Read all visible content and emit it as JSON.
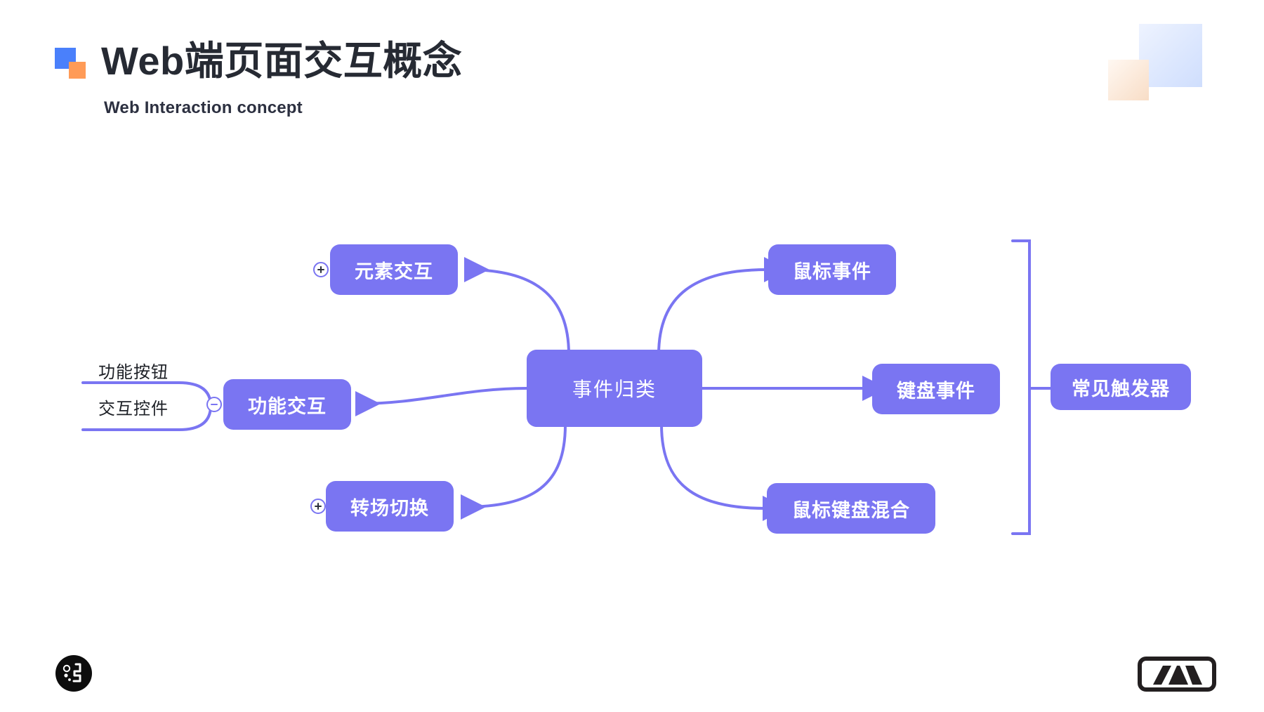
{
  "header": {
    "title": "Web端页面交互概念",
    "subtitle": "Web Interaction concept",
    "logo_icon": "square-logo-icon",
    "decor_blue": "decor-square-blue",
    "decor_orange": "decor-square-orange"
  },
  "colors": {
    "node_purple": "#7a75f2",
    "wire_purple": "#7a75f2",
    "logo_blue": "#4a80fb",
    "logo_orange": "#ff9b57",
    "title_ink": "#262a33",
    "leaf_ink": "#1d2026",
    "background": "#ffffff"
  },
  "mindmap": {
    "root": {
      "label": "事件归类"
    },
    "left_branches": [
      {
        "label": "元素交互",
        "toggle": "plus"
      },
      {
        "label": "功能交互",
        "toggle": "minus"
      },
      {
        "label": "转场切换",
        "toggle": "plus"
      }
    ],
    "left_leaves": [
      {
        "label": "功能按钮"
      },
      {
        "label": "交互控件"
      }
    ],
    "right_branches": [
      {
        "label": "鼠标事件"
      },
      {
        "label": "键盘事件"
      },
      {
        "label": "鼠标键盘混合"
      }
    ],
    "right_group": {
      "label": "常见触发器"
    }
  },
  "footer": {
    "brand_left_icon": "circular-brand-icon",
    "brand_right_icon": "mountain-brand-icon"
  }
}
